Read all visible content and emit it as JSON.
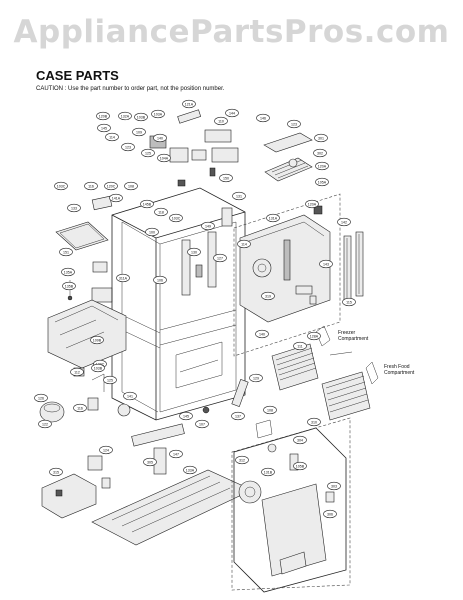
{
  "watermark": "AppliancePartsPros.com",
  "header": {
    "title": "CASE PARTS",
    "caution": "CAUTION : Use the part number to order part, not the position number."
  },
  "labels": {
    "freezer": [
      "Freezer",
      "Compartment"
    ],
    "fresh_food": [
      "Fresh Food",
      "Compartment"
    ]
  },
  "callouts": [
    "120B",
    "132A",
    "103B",
    "103A",
    "121A",
    "144",
    "145",
    "114",
    "109",
    "140",
    "110",
    "123",
    "125",
    "104A",
    "150",
    "146",
    "123",
    "301",
    "302",
    "120A",
    "105A",
    "103C",
    "116",
    "120C",
    "108",
    "133",
    "141A",
    "145B",
    "118",
    "131",
    "131A",
    "120A",
    "100",
    "103C",
    "149",
    "130",
    "127",
    "114",
    "106",
    "151",
    "135A",
    "135B",
    "311A",
    "143",
    "142",
    "115",
    "109B",
    "120C",
    "112",
    "103B",
    "125",
    "126",
    "141",
    "116",
    "122",
    "145",
    "107",
    "129",
    "140",
    "319",
    "111",
    "128A",
    "310",
    "137",
    "108",
    "147",
    "305",
    "133A",
    "124",
    "315",
    "312",
    "304",
    "131B",
    "105B",
    "303",
    "306"
  ]
}
